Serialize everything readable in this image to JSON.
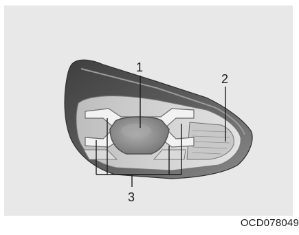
{
  "callouts": {
    "label_1": "1",
    "label_2": "2",
    "label_3": "3"
  },
  "figure_code": "OCD078049",
  "colors": {
    "panel_background": "#e8e8e8",
    "housing_dark": "#4a4a4a",
    "housing_mid": "#7a7a7a",
    "lens_light": "#d9d9d9",
    "lamp_center": "#8e8e8e",
    "led_strip": "#f2f2f2",
    "leader_line": "#1a1a1a"
  }
}
